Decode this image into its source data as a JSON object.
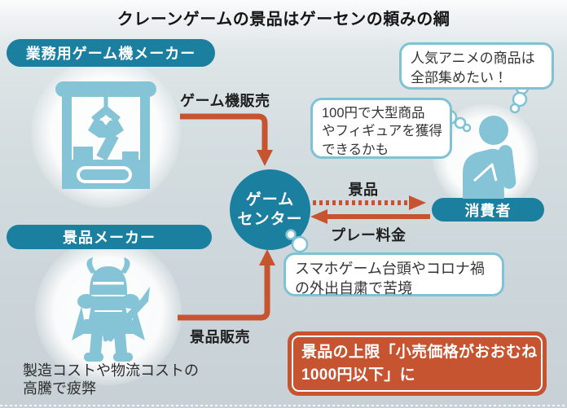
{
  "title": "クレーンゲームの景品はゲーセンの頼みの綱",
  "nodes": {
    "game_machine_maker": {
      "label": "業務用ゲーム機メーカー",
      "icon": "crane-game-machine"
    },
    "prize_maker": {
      "label": "景品メーカー",
      "icon": "knight-figure",
      "note_lines": [
        "製造コストや物流コストの",
        "高騰で疲弊"
      ]
    },
    "game_center": {
      "label_lines": [
        "ゲーム",
        "センター"
      ]
    },
    "consumer": {
      "label": "消費者",
      "icon": "thinking-person"
    }
  },
  "flows": {
    "machine_sales": "ゲーム機販売",
    "prize_sales": "景品販売",
    "prizes": "景品",
    "play_fee": "プレー料金"
  },
  "thought_bubbles": {
    "collect_anime": {
      "lines": [
        "人気アニメの商品は",
        "全部集めたい！"
      ]
    },
    "big_prize": {
      "lines": [
        "100円で大型商品",
        "やフィギュアを獲得",
        "できるかも"
      ]
    },
    "struggle": {
      "lines": [
        "スマホゲーム台頭やコロナ禍",
        "の外出自粛で苦境"
      ]
    }
  },
  "highlight_box": {
    "lines": [
      "景品の上限「小売価格がおおむね",
      "1000円以下」に"
    ]
  },
  "colors": {
    "teal": "#1b7f9f",
    "icon_blue": "#85c3d6",
    "orange": "#c65431",
    "bubble_border": "#7fc2d4"
  }
}
